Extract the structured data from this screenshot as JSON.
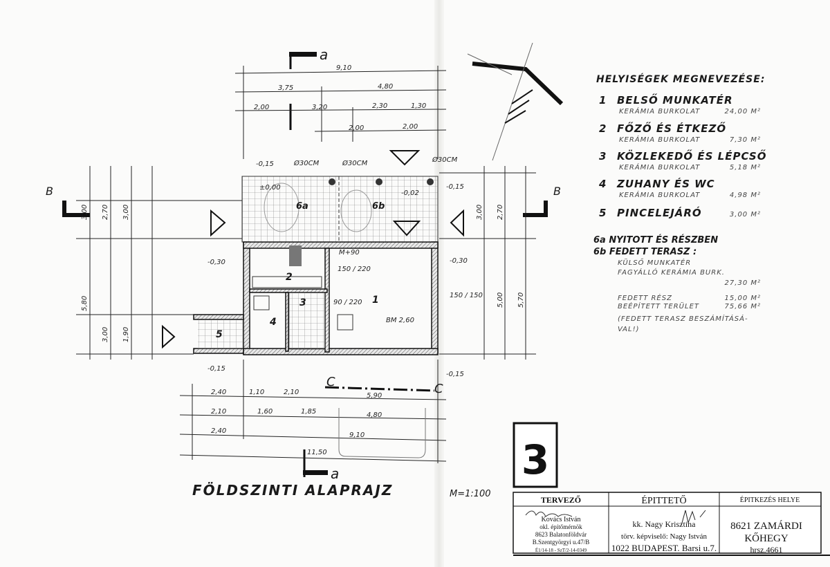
{
  "plan": {
    "title": "FÖLDSZINTI ALAPRAJZ",
    "scale": "M=1:100",
    "sheet_number": "3",
    "section_marks": {
      "a": "a",
      "b": "B",
      "c": "C"
    },
    "rooms": {
      "r1": "1",
      "r2": "2",
      "r3": "3",
      "r4": "4",
      "r5": "5",
      "r6a": "6a",
      "r6b": "6b"
    },
    "annotations": {
      "level_000": "±0,00",
      "level_002": "-0,02",
      "level_015_tl": "-0,15",
      "level_015_tr": "-0,15",
      "level_030_l": "-0,30",
      "level_030_r": "-0,30",
      "level_015_bl": "-0,15",
      "level_015_br": "-0,15",
      "d30_1": "Ø30CM",
      "d30_2": "Ø30CM",
      "d30_3": "Ø30CM",
      "room_height": "BM 2,60",
      "m90": "M+90",
      "door_150_220": "150 / 220",
      "door_90_220": "90 / 220",
      "win_150_150": "150 / 150"
    },
    "dims_top": {
      "total": "9,10",
      "row2": [
        "3,75",
        "4,80"
      ],
      "row3": [
        "2,00",
        "3,20",
        "2,30",
        "1,30"
      ],
      "row4": [
        "2,00",
        "2,00"
      ]
    },
    "dims_bottom": {
      "row1": [
        "2,40",
        "1,10",
        "2,10",
        "5,90"
      ],
      "row2": [
        "2,10",
        "1,60",
        "1,85",
        "4,80"
      ],
      "row3": [
        "2,40",
        "9,10"
      ],
      "total": "11,50"
    },
    "dims_left": [
      "3,00",
      "2,70",
      "3,00",
      "5,80",
      "3,00",
      "1,90"
    ],
    "dims_right": [
      "3,00",
      "2,70",
      "5,00",
      "5,70"
    ]
  },
  "legend": {
    "title": "HELYISÉGEK MEGNEVEZÉSE:",
    "items": [
      {
        "num": "1",
        "name": "BELSŐ MUNKATÉR",
        "finish": "KERÁMIA BURKOLAT",
        "area": "24,00 M²"
      },
      {
        "num": "2",
        "name": "FŐZŐ ÉS ÉTKEZŐ",
        "finish": "KERÁMIA BURKOLAT",
        "area": "7,30 M²"
      },
      {
        "num": "3",
        "name": "KÖZLEKEDŐ ÉS LÉPCSŐ",
        "finish": "KERÁMIA BURKOLAT",
        "area": "5,18 M²"
      },
      {
        "num": "4",
        "name": "ZUHANY ÉS WC",
        "finish": "KERÁMIA BURKOLAT",
        "area": "4,98 M²"
      },
      {
        "num": "5",
        "name": "PINCELEJÁRÓ",
        "finish": "",
        "area": "3,00 M²"
      }
    ],
    "terrace": {
      "line_6a": "6a NYITOTT ÉS RÉSZBEN",
      "line_6b": "6b FEDETT TERASZ :",
      "desc1": "KÜLSŐ MUNKATÉR",
      "desc2": "FAGYÁLLÓ KERÁMIA BURK.",
      "area": "27,30 M²",
      "covered_label": "FEDETT RÉSZ",
      "covered_area": "15,00 M²",
      "built_label": "BEÉPÍTETT TERÜLET",
      "built_area": "75,66 M²",
      "note1": "(FEDETT TERASZ BESZÁMÍTÁSÁ-",
      "note2": "VAL!)"
    }
  },
  "title_block": {
    "designer_header": "TERVEZŐ",
    "designer_name": "Kovács István",
    "designer_title": "okl. építőmérnök",
    "designer_addr1": "8623 Balatonföldvár",
    "designer_addr2": "B.Szentgyörgyi u.47/B",
    "designer_reg": "É1/14-18 - SzT/2-14-0349",
    "client_header": "ÉPITTETŐ",
    "client_name": "kk. Nagy Krisztina",
    "client_rep": "törv. képviselő: Nagy István",
    "client_addr": "1022 BUDAPEST. Barsi u.7.",
    "site_header": "ÉPITKEZÉS HELYE",
    "site_line1": "8621 ZAMÁRDI",
    "site_line2": "KŐHEGY",
    "site_line3": "hrsz.4661"
  }
}
